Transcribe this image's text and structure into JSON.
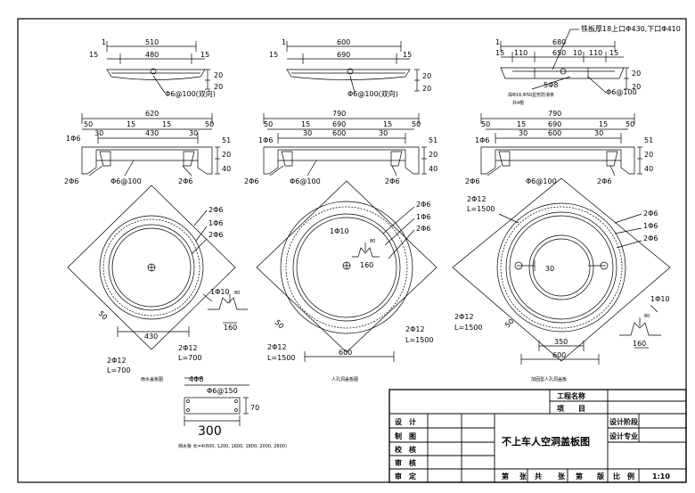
{
  "top_views": {
    "left": {
      "d_overall": "510",
      "d_inner": "480",
      "d_side_l": "15",
      "d_side_r": "15",
      "d_one": "1",
      "bar_note": "Φ6@100(双向)",
      "d_h1": "20",
      "d_h2": "20"
    },
    "mid": {
      "d_overall": "600",
      "d_inner": "690",
      "d_side_l": "15",
      "d_side_r": "15",
      "d_one": "1",
      "bar_note": "Φ6@100(双向)",
      "d_h1": "20",
      "d_h2": "20"
    },
    "right": {
      "d_overall": "680",
      "d_inner": "650",
      "d_a": "15",
      "d_b": "110",
      "d_c": "10",
      "d_d": "110",
      "d_e": "15",
      "d_one": "1",
      "note_top": "铁板厚18上口Φ430,下口Φ410",
      "note_rebar": "5Φ8",
      "note_bolt": "焊Φ16,Φ50星形防滑条",
      "note_ring": "共4根",
      "bar_note": "Φ6@100",
      "d_h1": "20",
      "d_h2": "20"
    }
  },
  "sections": {
    "left": {
      "d_outer": "620",
      "d_a": "50",
      "d_b": "15",
      "d_c": "15",
      "d_d": "50",
      "d_e": "30",
      "d_f": "30",
      "d_inner": "430",
      "r_top": "1Φ6",
      "r_bot_l": "2Φ6",
      "r_mid": "Φ6@100",
      "r_bot_r": "2Φ6",
      "d_v1": "51",
      "d_v2": "20",
      "d_v3": "40"
    },
    "mid": {
      "d_outer": "790",
      "d_mid": "690",
      "d_a": "50",
      "d_b": "15",
      "d_c": "15",
      "d_d": "50",
      "d_e": "30",
      "d_f": "30",
      "d_inner": "600",
      "r_top": "1Φ6",
      "r_bot_l": "2Φ6",
      "r_mid": "Φ6@100",
      "r_bot_r": "2Φ6",
      "d_v1": "51",
      "d_v2": "20",
      "d_v3": "40"
    },
    "right": {
      "d_outer": "790",
      "d_mid": "690",
      "d_a": "50",
      "d_b": "15",
      "d_c": "15",
      "d_d": "50",
      "d_e": "30",
      "d_f": "30",
      "d_inner": "600",
      "r_top": "1Φ6",
      "r_bot_l": "2Φ6",
      "r_mid": "Φ6@100",
      "r_bot_r": "2Φ6",
      "d_v1": "51",
      "d_v2": "20",
      "d_v3": "40"
    }
  },
  "plans": {
    "left": {
      "r1": "2Φ6",
      "r2": "1Φ6",
      "r3": "2Φ6",
      "hook": "1Φ10",
      "hook_d1": "80",
      "hook_d2": "160",
      "d_bottom": "430",
      "d_diag": "50",
      "bar_l_a": "2Φ12",
      "bar_l_b": "L=700",
      "bar_r_a": "2Φ12",
      "bar_r_b": "L=700",
      "caption": "雨水盖板图"
    },
    "mid": {
      "r1": "2Φ6",
      "r2": "1Φ6",
      "r3": "2Φ6",
      "hook": "1Φ10",
      "hook_d1": "80",
      "hook_d2": "160",
      "d_bottom": "600",
      "d_diag": "50",
      "bar_l_a": "2Φ12",
      "bar_l_b": "L=1500",
      "bar_r_a": "2Φ12",
      "bar_r_b": "L=1500",
      "caption": "人孔洞盖板图"
    },
    "right": {
      "r1": "2Φ12",
      "r1b": "L=1500",
      "r2": "2Φ6",
      "r3": "1Φ6",
      "r4": "2Φ6",
      "hook": "1Φ10",
      "hook_d1": "80",
      "hook_d2": "160",
      "d_inner": "350",
      "d_outer": "600",
      "d_diag": "50",
      "d_30": "30",
      "bar_l_a": "2Φ12",
      "bar_l_b": "L=1500",
      "caption": "加固型人孔洞盖板"
    }
  },
  "detail": {
    "bar_top": "4Φ8",
    "stirrup": "Φ6@150",
    "length": "300",
    "height": "70",
    "caption": "挡水板 长=4(600, 1200, 1600, 1800, 2000, 2800)"
  },
  "title_block": {
    "project_name": "工程名称",
    "item": "项　　目",
    "roles": [
      "设　计",
      "制　图",
      "校　核",
      "审　核",
      "审　定"
    ],
    "drawing_title": "不上车人空洞盖板图",
    "stage": "设计阶段",
    "specialty": "设计专业",
    "footer": [
      "第",
      "张",
      "共",
      "张",
      "第",
      "版"
    ],
    "scale_label": "比　例",
    "scale": "1:10"
  }
}
